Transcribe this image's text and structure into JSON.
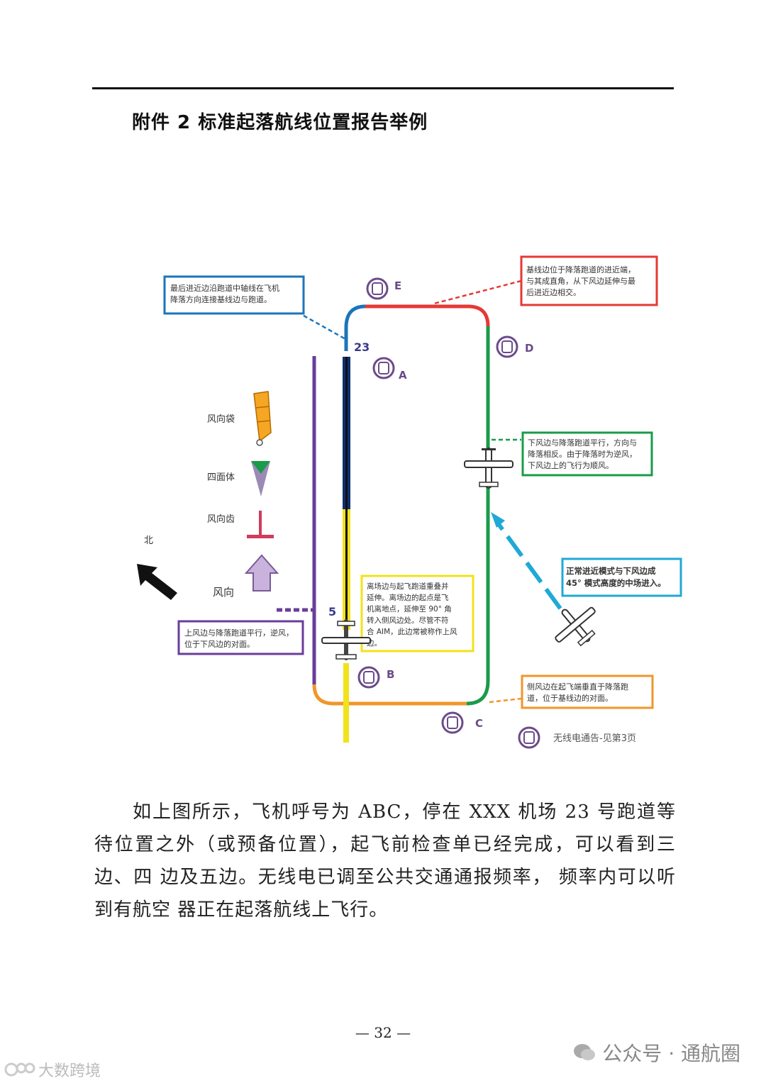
{
  "heading": "附件 2  标准起落航线位置报告举例",
  "figure": {
    "runway_top_number": "23",
    "runway_bottom_number": "5",
    "points": {
      "a": "A",
      "b": "B",
      "c": "C",
      "d": "D",
      "e": "E"
    },
    "legend_windsock": "风向袋",
    "legend_tetrahedron": "四面体",
    "legend_windtee": "风向齿",
    "legend_wind": "风向",
    "legend_north": "北",
    "radio_note": "无线电通告-见第3页",
    "callouts": {
      "final": [
        "最后进近边沿跑道中轴线在飞机",
        "降落方向连接基线边与跑道。"
      ],
      "base": [
        "基线边位于降落跑道的进近端，",
        "与其成直角，从下风边延伸与最",
        "后进近边相交。"
      ],
      "downwind": [
        "下风边与降落跑道平行，方向与",
        "降落相反。由于降落时为逆风，",
        "下风边上的飞行为顺风。"
      ],
      "entry": [
        "正常进近模式与下风边成",
        "45°  模式高度的中场进入。"
      ],
      "departure": [
        "离场边与起飞跑道重叠并",
        "延伸。离场边的起点是飞",
        "机离地点，延伸至 90° 角",
        "转入侧风边处。尽管不符",
        "合 AIM，此边常被称作上风",
        "边。"
      ],
      "upwind": [
        "上风边与降落跑道平行，逆风，",
        "位于下风边的对面。"
      ],
      "crosswind": [
        "侧风边在起飞端垂直于降落跑",
        "道，位于基线边的对面。"
      ]
    },
    "colors": {
      "final": "#1b75bb",
      "base": "#e53935",
      "downwind": "#1a9b4a",
      "entry": "#1fa9d6",
      "departure": "#f2e21b",
      "upwind": "#6a3d9a",
      "crosswind": "#f0962a",
      "radio_icon": "#6b4b8a"
    }
  },
  "body_paragraph": "如上图所示，飞机呼号为 ABC，停在 XXX 机场 23 号跑道等待位置之外（或预备位置），起飞前检查单已经完成，可以看到三边、四 边及五边。无线电已调至公共交通通报频率， 频率内可以听到有航空 器正在起落航线上飞行。",
  "page_number": "— 32 —",
  "watermark_right": "公众号 · 通航圈",
  "watermark_left": "大数跨境"
}
